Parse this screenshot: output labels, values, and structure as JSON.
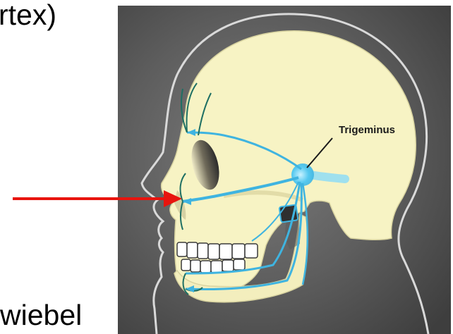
{
  "slide": {
    "text_top": "rtex)",
    "text_bottom": "wiebel"
  },
  "figure": {
    "nerve_label": "Trigeminus",
    "colors": {
      "background": "#4a4a4a",
      "skull": "#f7f3c4",
      "nerve": "#3fb4e0",
      "branch": "#1e6f63",
      "arrow": "#e8140e"
    }
  }
}
